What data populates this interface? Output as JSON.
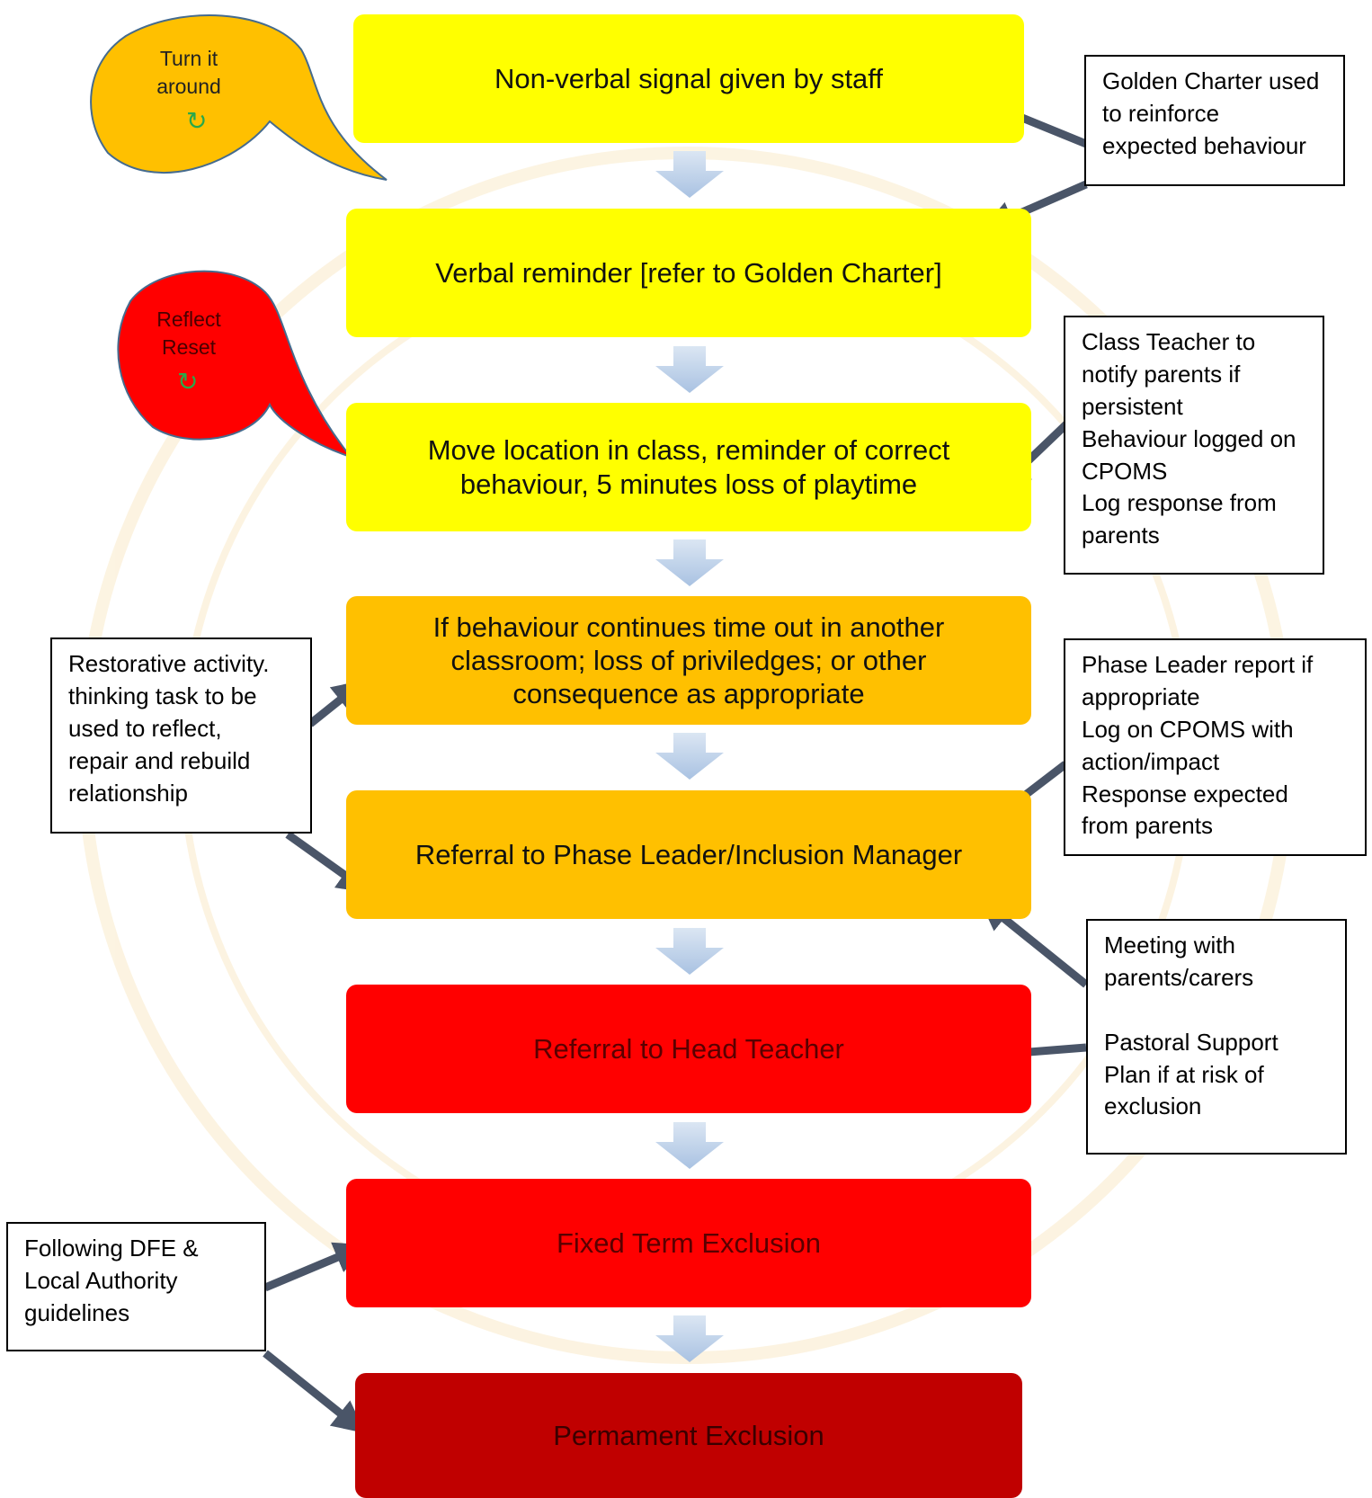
{
  "steps": [
    {
      "label": "Non-verbal signal given by staff",
      "color": "#ffff00"
    },
    {
      "label": "Verbal reminder [refer to Golden Charter]",
      "color": "#ffff00"
    },
    {
      "label": "Move location in class, reminder of correct\nbehaviour, 5 minutes loss of playtime",
      "color": "#ffff00"
    },
    {
      "label": "If behaviour continues time out in another\nclassroom; loss of priviledges; or other\nconsequence as appropriate",
      "color": "#ffc000"
    },
    {
      "label": "Referral to Phase Leader/Inclusion Manager",
      "color": "#ffc000"
    },
    {
      "label": "Referral to Head Teacher",
      "color": "#ff0000"
    },
    {
      "label": "Fixed Term Exclusion",
      "color": "#ff0000"
    },
    {
      "label": "Permament Exclusion",
      "color": "#c00000"
    }
  ],
  "notes": {
    "golden_charter": "Golden Charter used\nto reinforce\nexpected behaviour",
    "class_teacher": "Class Teacher to\nnotify parents if\npersistent\nBehaviour logged on\nCPOMS\nLog response from\nparents",
    "restorative": "Restorative activity.\nthinking task to be\nused to reflect,\nrepair and rebuild\nrelationship",
    "phase_leader": "Phase Leader report if\nappropriate\nLog on CPOMS with\naction/impact\nResponse expected\nfrom parents",
    "meeting": "Meeting with\nparents/carers\n\nPastoral Support\nPlan if at risk of\nexclusion",
    "dfe": "Following DFE &\nLocal Authority\nguidelines"
  },
  "bubbles": {
    "turn_it_around": "Turn it\naround",
    "reflect_reset": "Reflect\nReset",
    "icon": "refresh-icon"
  },
  "colors": {
    "bubble_orange": "#ffc000",
    "bubble_red": "#ff0000",
    "connector_arrow": "#4a5568",
    "flow_arrow": "#b8cce4"
  }
}
